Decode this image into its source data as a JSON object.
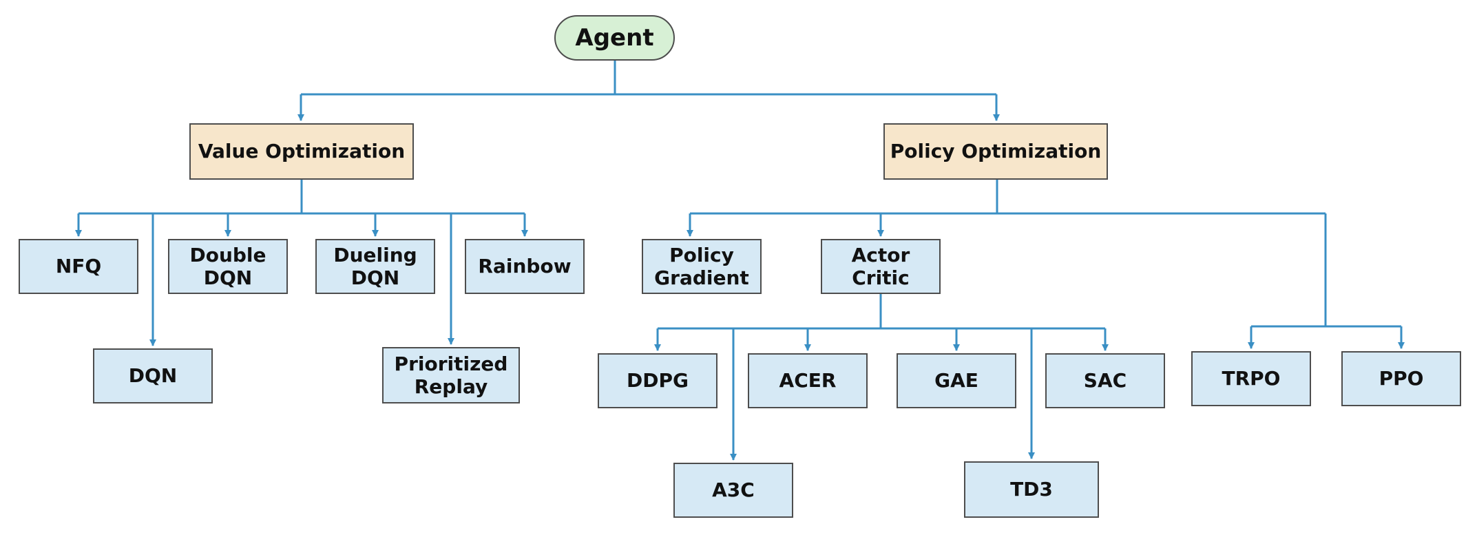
{
  "colors": {
    "root_fill": "#d7f0d5",
    "category_fill": "#f7e6cb",
    "method_fill": "#d6e9f5",
    "connector": "#3a8fc4",
    "border": "#4d4d4d"
  },
  "root": {
    "label": "Agent"
  },
  "categories": {
    "value": {
      "label": "Value Optimization"
    },
    "policy": {
      "label": "Policy Optimization"
    }
  },
  "value_methods": {
    "nfq": "NFQ",
    "dqn": "DQN",
    "double_dqn": "Double\nDQN",
    "dueling_dqn": "Dueling\nDQN",
    "prioritized_replay": "Prioritized\nReplay",
    "rainbow": "Rainbow"
  },
  "policy_methods": {
    "policy_gradient": "Policy\nGradient",
    "actor_critic": "Actor\nCritic",
    "trpo": "TRPO",
    "ppo": "PPO"
  },
  "actor_critic_methods": {
    "ddpg": "DDPG",
    "a3c": "A3C",
    "acer": "ACER",
    "gae": "GAE",
    "td3": "TD3",
    "sac": "SAC"
  }
}
